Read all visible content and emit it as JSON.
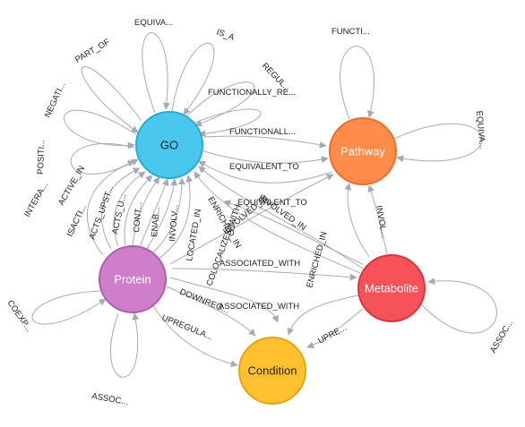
{
  "nodes": {
    "go": {
      "label": "GO",
      "color": "#4ac7ee",
      "stroke": "#29aad4"
    },
    "pathway": {
      "label": "Pathway",
      "color": "#ff8c4a",
      "stroke": "#e8702c"
    },
    "protein": {
      "label": "Protein",
      "color": "#cf7fc9",
      "stroke": "#b35bad"
    },
    "metabolite": {
      "label": "Metabolite",
      "color": "#f5525a",
      "stroke": "#d9353d"
    },
    "condition": {
      "label": "Condition",
      "color": "#ffc12f",
      "stroke": "#e6a40f"
    }
  },
  "edge_labels": {
    "go_part_of": "PART_OF",
    "go_equiva": "EQUIVA...",
    "go_is_a": "IS_A",
    "go_regul": "REGUL...",
    "go_functionally_re": "FUNCTIONALLY_RE...",
    "go_negati": "NEGATI...",
    "go_positi": "POSITI...",
    "go_pathway_functionall": "FUNCTIONALL...",
    "go_pathway_equivalent_to": "EQUIVALENT_TO",
    "pathway_go_equivalent_to": "EQUIVALENT_TO",
    "pathway_function": "FUNCTI...",
    "pathway_equiva": "EQUIVA...",
    "protein_go_intera": "INTERA...",
    "protein_go_active_in": "ACTIVE_IN",
    "protein_go_isacti": "ISACTI...",
    "protein_go_acts_upst": "ACTS_UPST...",
    "protein_go_acts_u": "ACTS_U...",
    "protein_go_cont": "CONT...",
    "protein_go_enab": "ENAB...",
    "protein_go_involv": "INVOLV...",
    "protein_go_located_in": "LOCATED_IN",
    "metabolite_go_enriched_in": "ENRICHED_IN",
    "metabolite_go_colocalizes_with": "COLOCALIZES_WITH",
    "protein_pathway_involved_in": "INVOLVED_IN",
    "metabolite_pathway_involved_in": "INVOLVED_IN",
    "metabolite_pathway_enriched_in": "ENRICHED_IN",
    "metabolite_pathway_invol": "INVOL...",
    "protein_metabolite_associated_with": "ASSOCIATED_WITH",
    "metabolite_condition_associated_with": "ASSOCIATED_WITH",
    "protein_condition_downreg": "DOWNREG...",
    "protein_condition_upregula": "UPREGULA...",
    "metabolite_condition_upre": "UPRE...",
    "protein_coexp": "COEXP...",
    "protein_assoc": "ASSOC...",
    "metabolite_assoc": "ASSOC..."
  }
}
